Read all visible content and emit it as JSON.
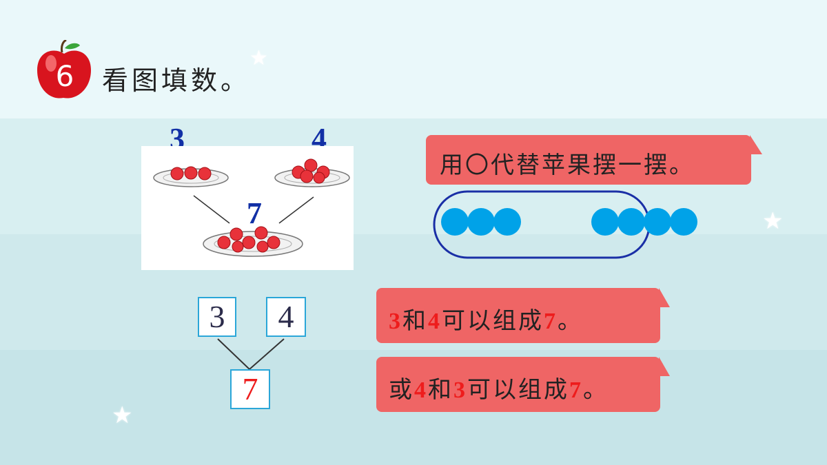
{
  "header": {
    "problem_number": "6",
    "title": "看图填数。"
  },
  "picture": {
    "left_count": "3",
    "right_count": "4",
    "total_count": "7"
  },
  "hint_bubble": {
    "text": "用〇代替苹果摆一摆。"
  },
  "circles": {
    "left_group": 3,
    "right_group": 4,
    "color": "#00a2e8",
    "outline_color": "#1a2fa6"
  },
  "number_bond": {
    "top_left": "3",
    "top_right": "4",
    "bottom": "7"
  },
  "answer1": {
    "a": "3",
    "and": "和",
    "b": "4",
    "middle": "可以组成",
    "result": "7",
    "end": "。"
  },
  "answer2": {
    "prefix": "或",
    "a": "4",
    "and": "和",
    "b": "3",
    "middle": "可以组成",
    "result": "7",
    "end": "。"
  },
  "colors": {
    "bubble": "#ef6565",
    "highlight": "#ee1c1c",
    "number_blue": "#1230a6",
    "box_border": "#2aa6d8"
  }
}
